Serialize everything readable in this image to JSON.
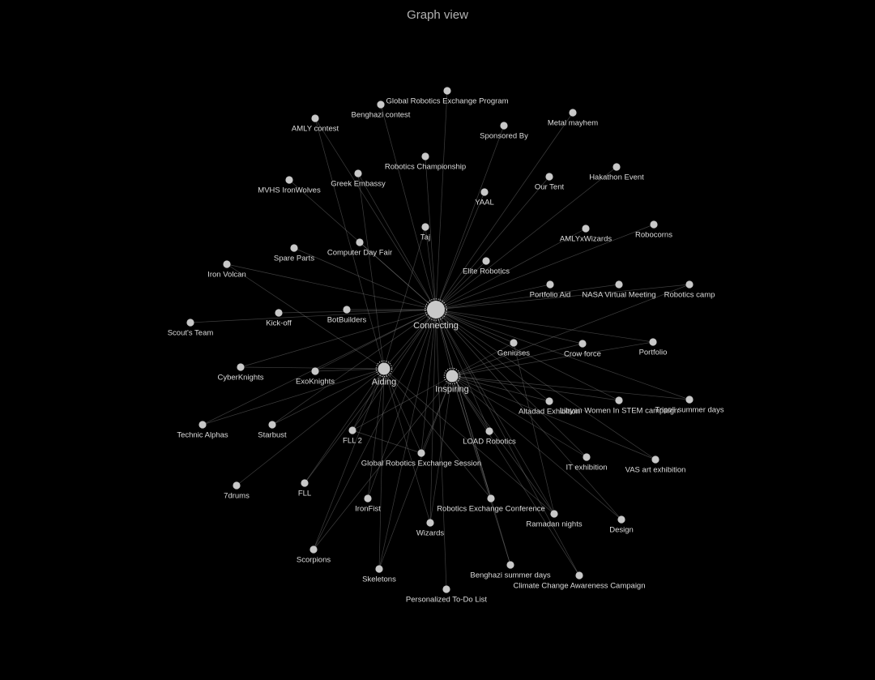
{
  "window": {
    "title": "Graph view"
  },
  "colors": {
    "background": "#000000",
    "node": "#c8c8c8",
    "edge": "#8a8a8a",
    "label": "#dcdcdc",
    "title": "#b3b3b3"
  },
  "graph": {
    "hubs": [
      "connecting",
      "aiding",
      "inspiring"
    ],
    "nodes": [
      {
        "id": "connecting",
        "label": "Connecting",
        "hub": true
      },
      {
        "id": "aiding",
        "label": "Aiding",
        "hub": true
      },
      {
        "id": "inspiring",
        "label": "Inspiring",
        "hub": true
      },
      {
        "id": "global-robotics-exchange-program",
        "label": "Global Robotics Exchange Program"
      },
      {
        "id": "benghazi-contest",
        "label": "Benghazi contest"
      },
      {
        "id": "amly-contest",
        "label": "AMLY contest"
      },
      {
        "id": "metal-mayhem",
        "label": "Metal mayhem"
      },
      {
        "id": "sponsored-by",
        "label": "Sponsored By"
      },
      {
        "id": "robotics-championship",
        "label": "Robotics Championship"
      },
      {
        "id": "greek-embassy",
        "label": "Greek Embassy"
      },
      {
        "id": "hakathon-event",
        "label": "Hakathon Event"
      },
      {
        "id": "our-tent",
        "label": "Our Tent"
      },
      {
        "id": "mvhs-ironwolves",
        "label": "MVHS IronWolves"
      },
      {
        "id": "yaal",
        "label": "YAAL"
      },
      {
        "id": "robocorns",
        "label": "Robocorns"
      },
      {
        "id": "amlyxwizards",
        "label": "AMLYxWizards"
      },
      {
        "id": "taj",
        "label": "Taj"
      },
      {
        "id": "computer-day-fair",
        "label": "Computer Day Fair"
      },
      {
        "id": "spare-parts",
        "label": "Spare Parts"
      },
      {
        "id": "iron-volcan",
        "label": "Iron Volcan"
      },
      {
        "id": "elite-robotics",
        "label": "Elite Robotics"
      },
      {
        "id": "portfolio-aid",
        "label": "Portfolio Aid"
      },
      {
        "id": "nasa-virtual-meeting",
        "label": "NASA Virtual Meeting"
      },
      {
        "id": "robotics-camp",
        "label": "Robotics camp"
      },
      {
        "id": "kick-off",
        "label": "Kick-off"
      },
      {
        "id": "botbuilders",
        "label": "BotBuilders"
      },
      {
        "id": "scouts-team",
        "label": "Scout's Team"
      },
      {
        "id": "geniuses",
        "label": "Geniuses"
      },
      {
        "id": "crow-force",
        "label": "Crow force"
      },
      {
        "id": "portfolio",
        "label": "Portfolio"
      },
      {
        "id": "cyberknights",
        "label": "CyberKnights"
      },
      {
        "id": "exoknights",
        "label": "ExoKnights"
      },
      {
        "id": "altadad-exhibition",
        "label": "Altadad Exhibition"
      },
      {
        "id": "libyan-women-in-stem",
        "label": "Libyan Women In STEM campaign"
      },
      {
        "id": "tripoli-summer-days",
        "label": "Tripoli summer days"
      },
      {
        "id": "technic-alphas",
        "label": "Technic Alphas"
      },
      {
        "id": "starbust",
        "label": "Starbust"
      },
      {
        "id": "fll-2",
        "label": "FLL 2"
      },
      {
        "id": "load-robotics",
        "label": "LOAD Robotics"
      },
      {
        "id": "global-robotics-exchange-session",
        "label": "Global Robotics Exchange Session"
      },
      {
        "id": "it-exhibition",
        "label": "IT exhibition"
      },
      {
        "id": "vas-art-exhibition",
        "label": "VAS art exhibition"
      },
      {
        "id": "7drums",
        "label": "7drums"
      },
      {
        "id": "fll",
        "label": "FLL"
      },
      {
        "id": "ironfist",
        "label": "IronFist"
      },
      {
        "id": "robotics-exchange-conference",
        "label": "Robotics Exchange Conference"
      },
      {
        "id": "wizards",
        "label": "Wizards"
      },
      {
        "id": "ramadan-nights",
        "label": "Ramadan nights"
      },
      {
        "id": "design",
        "label": "Design"
      },
      {
        "id": "scorpions",
        "label": "Scorpions"
      },
      {
        "id": "skeletons",
        "label": "Skeletons"
      },
      {
        "id": "benghazi-summer-days",
        "label": "Benghazi summer days"
      },
      {
        "id": "climate-change-awareness-campaign",
        "label": "Climate Change Awareness Campaign"
      },
      {
        "id": "personalized-to-do-list",
        "label": "Personalized To-Do List"
      }
    ],
    "edges": [
      [
        "connecting",
        "global-robotics-exchange-program"
      ],
      [
        "connecting",
        "benghazi-contest"
      ],
      [
        "connecting",
        "amly-contest"
      ],
      [
        "connecting",
        "metal-mayhem"
      ],
      [
        "connecting",
        "sponsored-by"
      ],
      [
        "connecting",
        "robotics-championship"
      ],
      [
        "connecting",
        "greek-embassy"
      ],
      [
        "connecting",
        "hakathon-event"
      ],
      [
        "connecting",
        "our-tent"
      ],
      [
        "connecting",
        "mvhs-ironwolves"
      ],
      [
        "connecting",
        "yaal"
      ],
      [
        "connecting",
        "robocorns"
      ],
      [
        "connecting",
        "amlyxwizards"
      ],
      [
        "connecting",
        "taj"
      ],
      [
        "connecting",
        "computer-day-fair"
      ],
      [
        "connecting",
        "spare-parts"
      ],
      [
        "connecting",
        "iron-volcan"
      ],
      [
        "connecting",
        "elite-robotics"
      ],
      [
        "connecting",
        "portfolio-aid"
      ],
      [
        "connecting",
        "nasa-virtual-meeting"
      ],
      [
        "connecting",
        "robotics-camp"
      ],
      [
        "connecting",
        "kick-off"
      ],
      [
        "connecting",
        "botbuilders"
      ],
      [
        "connecting",
        "scouts-team"
      ],
      [
        "connecting",
        "geniuses"
      ],
      [
        "connecting",
        "crow-force"
      ],
      [
        "connecting",
        "portfolio"
      ],
      [
        "connecting",
        "cyberknights"
      ],
      [
        "connecting",
        "exoknights"
      ],
      [
        "connecting",
        "altadad-exhibition"
      ],
      [
        "connecting",
        "libyan-women-in-stem"
      ],
      [
        "connecting",
        "tripoli-summer-days"
      ],
      [
        "connecting",
        "technic-alphas"
      ],
      [
        "connecting",
        "starbust"
      ],
      [
        "connecting",
        "fll-2"
      ],
      [
        "connecting",
        "load-robotics"
      ],
      [
        "connecting",
        "global-robotics-exchange-session"
      ],
      [
        "connecting",
        "it-exhibition"
      ],
      [
        "connecting",
        "vas-art-exhibition"
      ],
      [
        "connecting",
        "fll"
      ],
      [
        "connecting",
        "ironfist"
      ],
      [
        "connecting",
        "robotics-exchange-conference"
      ],
      [
        "connecting",
        "wizards"
      ],
      [
        "connecting",
        "ramadan-nights"
      ],
      [
        "connecting",
        "design"
      ],
      [
        "connecting",
        "scorpions"
      ],
      [
        "connecting",
        "skeletons"
      ],
      [
        "connecting",
        "benghazi-summer-days"
      ],
      [
        "connecting",
        "climate-change-awareness-campaign"
      ],
      [
        "connecting",
        "personalized-to-do-list"
      ],
      [
        "connecting",
        "aiding"
      ],
      [
        "connecting",
        "inspiring"
      ],
      [
        "aiding",
        "iron-volcan"
      ],
      [
        "aiding",
        "cyberknights"
      ],
      [
        "aiding",
        "exoknights"
      ],
      [
        "aiding",
        "technic-alphas"
      ],
      [
        "aiding",
        "starbust"
      ],
      [
        "aiding",
        "fll-2"
      ],
      [
        "aiding",
        "7drums"
      ],
      [
        "aiding",
        "fll"
      ],
      [
        "aiding",
        "ironfist"
      ],
      [
        "aiding",
        "wizards"
      ],
      [
        "aiding",
        "scorpions"
      ],
      [
        "aiding",
        "skeletons"
      ],
      [
        "aiding",
        "global-robotics-exchange-session"
      ],
      [
        "aiding",
        "robotics-exchange-conference"
      ],
      [
        "aiding",
        "ramadan-nights"
      ],
      [
        "aiding",
        "amly-contest"
      ],
      [
        "aiding",
        "greek-embassy"
      ],
      [
        "aiding",
        "taj"
      ],
      [
        "inspiring",
        "geniuses"
      ],
      [
        "inspiring",
        "crow-force"
      ],
      [
        "inspiring",
        "portfolio"
      ],
      [
        "inspiring",
        "robotics-camp"
      ],
      [
        "inspiring",
        "altadad-exhibition"
      ],
      [
        "inspiring",
        "libyan-women-in-stem"
      ],
      [
        "inspiring",
        "tripoli-summer-days"
      ],
      [
        "inspiring",
        "load-robotics"
      ],
      [
        "inspiring",
        "it-exhibition"
      ],
      [
        "inspiring",
        "vas-art-exhibition"
      ],
      [
        "inspiring",
        "robotics-exchange-conference"
      ],
      [
        "inspiring",
        "ramadan-nights"
      ],
      [
        "inspiring",
        "design"
      ],
      [
        "inspiring",
        "climate-change-awareness-campaign"
      ],
      [
        "inspiring",
        "benghazi-summer-days"
      ],
      [
        "inspiring",
        "wizards"
      ],
      [
        "inspiring",
        "skeletons"
      ],
      [
        "inspiring",
        "scorpions"
      ],
      [
        "inspiring",
        "fll-2"
      ],
      [
        "inspiring",
        "global-robotics-exchange-session"
      ],
      [
        "geniuses",
        "ramadan-nights"
      ],
      [
        "fll-2",
        "global-robotics-exchange-session"
      ]
    ]
  }
}
